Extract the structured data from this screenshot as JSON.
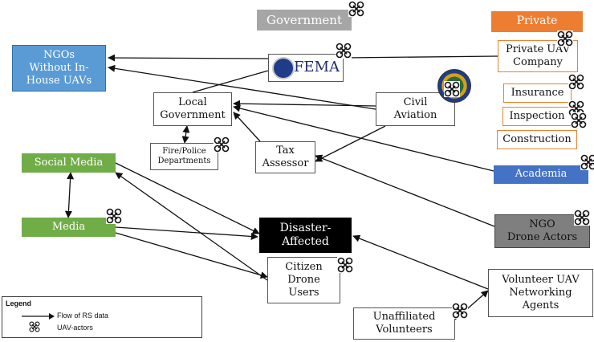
{
  "nodes": {
    "government": "Government",
    "private": "Private",
    "ngos_no_uav": "NGOs\nWithout In-\nHouse UAVs",
    "fema": "FEMA",
    "private_uav_company": "Private UAV\nCompany",
    "local_government": "Local\nGovernment",
    "civil_aviation": "Civil\nAviation",
    "insurance": "Insurance",
    "inspection": "Inspection",
    "construction": "Construction",
    "fire_police": "Fire/Police\nDepartments",
    "tax_assessor": "Tax\nAssessor",
    "social_media": "Social Media",
    "academia": "Academia",
    "media": "Media",
    "disaster_affected": "Disaster-\nAffected",
    "ngo_drone_actors": "NGO\nDrone Actors",
    "citizen_drone_users": "Citizen\nDrone\nUsers",
    "volunteer_uav": "Volunteer UAV\nNetworking\nAgents",
    "unaffiliated_volunteers": "Unaffiliated\nVolunteers"
  },
  "legend": {
    "title": "Legend",
    "flow": "Flow of RS data",
    "uav": "UAV-actors"
  },
  "uav_actors": [
    "government",
    "fema",
    "private_uav_company",
    "civil_aviation",
    "insurance",
    "inspection",
    "construction",
    "fire_police",
    "academia",
    "media",
    "ngo_drone_actors",
    "citizen_drone_users",
    "unaffiliated_volunteers"
  ],
  "edges": [
    {
      "from": "fema",
      "to": "ngos_no_uav",
      "arrow": "end"
    },
    {
      "from": "private_uav_company",
      "to": "fema",
      "arrow": "none"
    },
    {
      "from": "civil_aviation",
      "to": "ngos_no_uav",
      "arrow": "end"
    },
    {
      "from": "local_government",
      "to": "fema",
      "arrow": "none"
    },
    {
      "from": "civil_aviation",
      "to": "local_government",
      "arrow": "end"
    },
    {
      "from": "civil_aviation",
      "to": "tax_assessor",
      "arrow": "end"
    },
    {
      "from": "tax_assessor",
      "to": "local_government",
      "arrow": "end"
    },
    {
      "from": "academia",
      "to": "local_government",
      "arrow": "end"
    },
    {
      "from": "ngo_drone_actors",
      "to": "tax_assessor",
      "arrow": "end"
    },
    {
      "from": "fire_police",
      "to": "local_government",
      "arrow": "both"
    },
    {
      "from": "social_media",
      "to": "media",
      "arrow": "both"
    },
    {
      "from": "social_media",
      "to": "disaster_affected",
      "arrow": "end"
    },
    {
      "from": "media",
      "to": "disaster_affected",
      "arrow": "end"
    },
    {
      "from": "media",
      "to": "citizen_drone_users",
      "arrow": "end"
    },
    {
      "from": "citizen_drone_users",
      "to": "social_media",
      "arrow": "end"
    },
    {
      "from": "volunteer_uav",
      "to": "disaster_affected",
      "arrow": "end"
    },
    {
      "from": "unaffiliated_volunteers",
      "to": "volunteer_uav",
      "arrow": "end"
    }
  ]
}
